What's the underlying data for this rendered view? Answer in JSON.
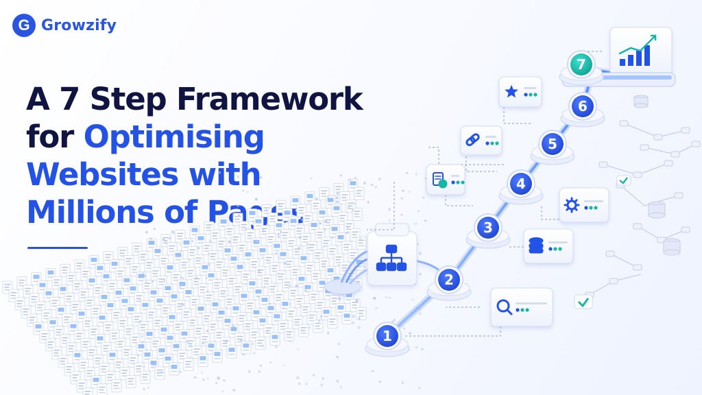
{
  "brand": {
    "mark": "G",
    "name": "Growzify",
    "color": "#2b55e0"
  },
  "headline": {
    "line1": "A 7 Step Framework",
    "line2_prefix": "for ",
    "line2_highlight": "Optimising",
    "line3": "Websites with",
    "line4": "Millions of Pages"
  },
  "colors": {
    "dark_text": "#0f1540",
    "accent": "#2452e6",
    "node": "#2f5be6",
    "node_final": "#17b8a8"
  },
  "steps": [
    {
      "number": "1"
    },
    {
      "number": "2"
    },
    {
      "number": "3"
    },
    {
      "number": "4"
    },
    {
      "number": "5"
    },
    {
      "number": "6"
    },
    {
      "number": "7"
    }
  ],
  "step_cards": [
    {
      "icon": "magnifier-icon"
    },
    {
      "icon": "database-icon"
    },
    {
      "icon": "gear-icon"
    },
    {
      "icon": "document-check-icon"
    },
    {
      "icon": "link-icon"
    },
    {
      "icon": "star-icon"
    },
    {
      "icon": "bar-chart-icon"
    }
  ],
  "hub": {
    "icon": "sitemap-icon"
  }
}
